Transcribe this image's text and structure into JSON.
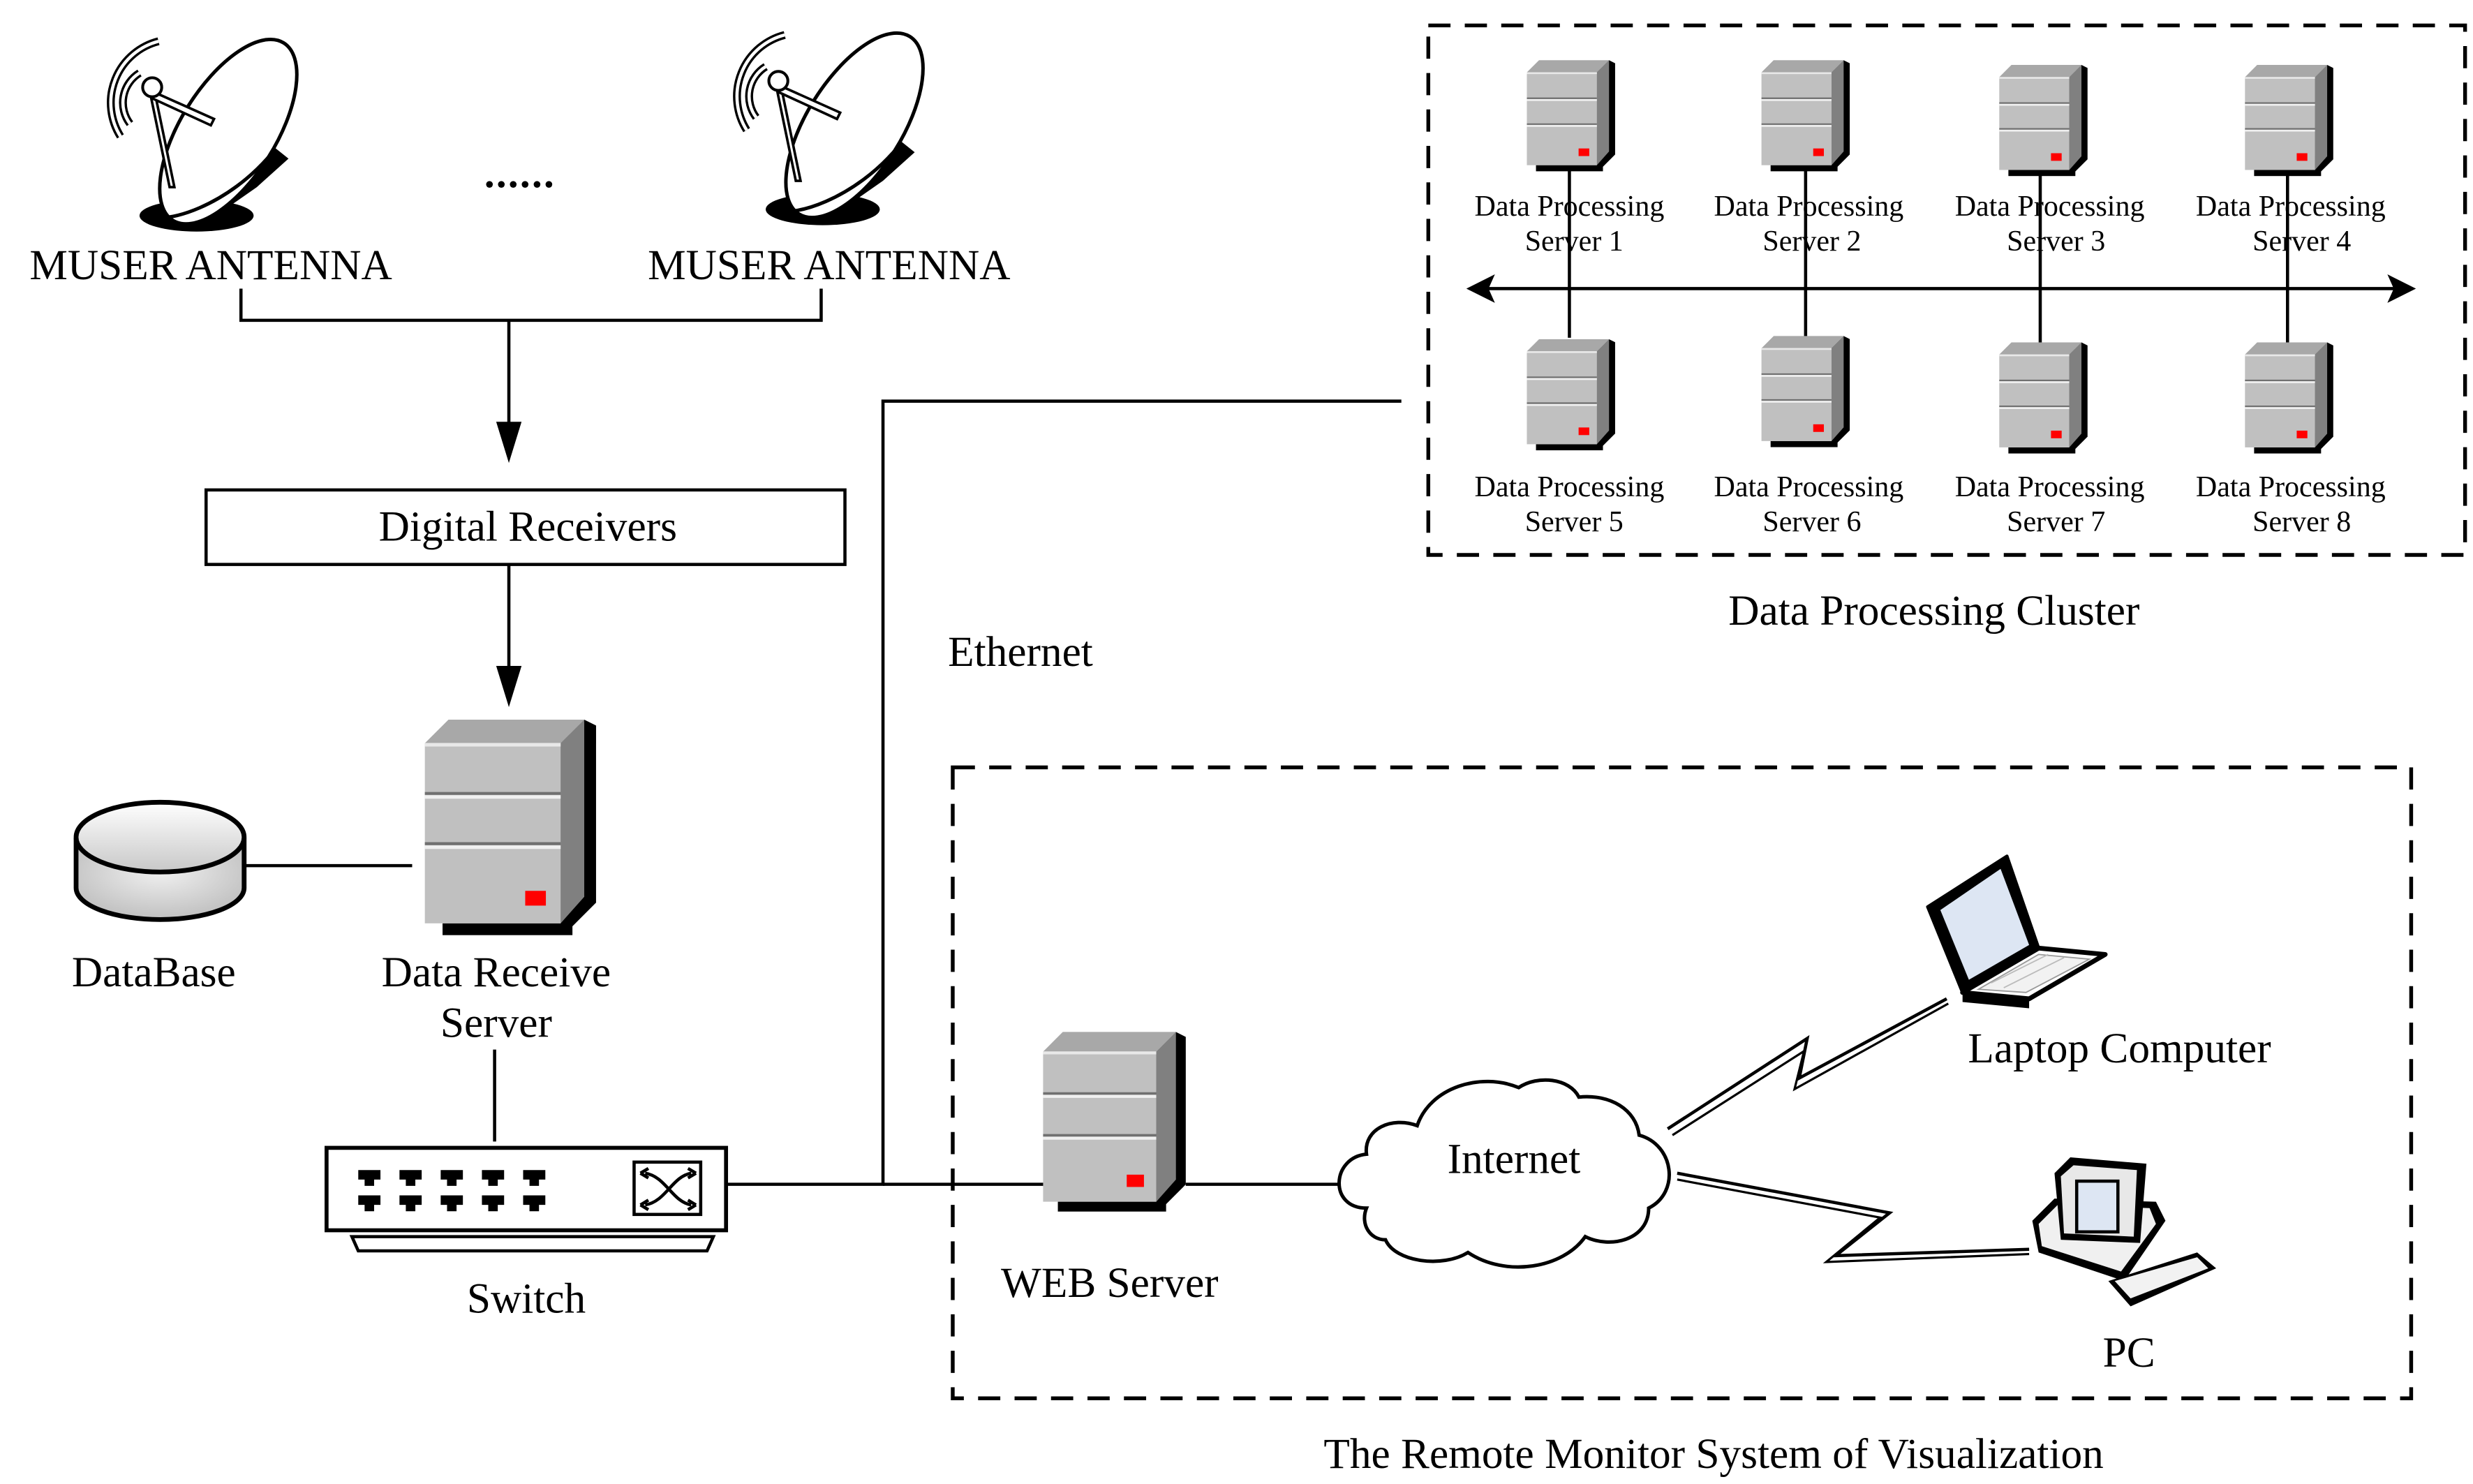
{
  "antennas": [
    {
      "label": "MUSER ANTENNA"
    },
    {
      "label": "MUSER ANTENNA"
    }
  ],
  "ellipsis": "......",
  "digital_receivers": {
    "label": "Digital Receivers"
  },
  "database": {
    "label": "DataBase"
  },
  "data_receive_server": {
    "label_line1": "Data Receive",
    "label_line2": "Server"
  },
  "switch": {
    "label": "Switch"
  },
  "ethernet": {
    "label": "Ethernet"
  },
  "cluster": {
    "title": "Data Processing Cluster",
    "servers": [
      {
        "line1": "Data Processing",
        "line2": "Server 1"
      },
      {
        "line1": "Data Processing",
        "line2": "Server 2"
      },
      {
        "line1": "Data Processing",
        "line2": "Server 3"
      },
      {
        "line1": "Data Processing",
        "line2": "Server 4"
      },
      {
        "line1": "Data Processing",
        "line2": "Server 5"
      },
      {
        "line1": "Data Processing",
        "line2": "Server 6"
      },
      {
        "line1": "Data Processing",
        "line2": "Server 7"
      },
      {
        "line1": "Data Processing",
        "line2": "Server 8"
      }
    ]
  },
  "remote_system": {
    "title": "The Remote Monitor System of Visualization",
    "web_server": {
      "label": "WEB Server"
    },
    "internet": {
      "label": "Internet"
    },
    "laptop": {
      "label": "Laptop Computer"
    },
    "pc": {
      "label": "PC"
    }
  },
  "colors": {
    "server_face": "#c0c0c0",
    "server_side": "#808080",
    "server_top": "#a8a8a8",
    "server_led": "#ff0000",
    "line": "#000000",
    "screen": "#dde6f3"
  }
}
